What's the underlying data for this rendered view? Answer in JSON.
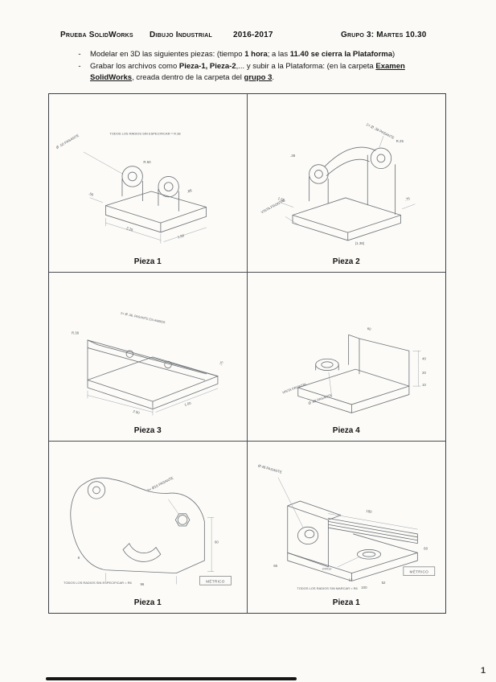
{
  "header": {
    "title": "Prueba SolidWorks",
    "subject": "Dibujo Industrial",
    "year": "2016-2017",
    "group": "Grupo 3: Martes 10.30"
  },
  "instructions": {
    "dash": "-",
    "line1": {
      "seg1": "Modelar en 3D las siguientes piezas: (tiempo ",
      "seg2": "1 hora",
      "seg3": ";  a las ",
      "seg4": "11.40 se cierra la Plataforma",
      "seg5": ")"
    },
    "line2": {
      "seg1": "Grabar los archivos como ",
      "seg2": "Pieza-1, Pieza-2",
      "seg3": ",... y subir a la Plataforma: (en la carpeta ",
      "seg4": "Examen SolidWorks",
      "seg5": ", creada dentro de la carpeta del ",
      "seg6": "grupo 3",
      "seg7": "."
    }
  },
  "cells": [
    {
      "caption": "Pieza 1",
      "note": "TODOS LOS RADIOS SIN ESPECIFICAR = R.38",
      "leader": "Ø .50 PASANTE",
      "dims": [
        "2.25",
        "1.50",
        ".56",
        "R.50",
        ".88"
      ]
    },
    {
      "caption": "Pieza 2",
      "leader": "2× Ø .38 PASANTE",
      "view_label": "VISTA FRONTAL",
      "dims": [
        "(1.38)",
        ".75",
        "1.50",
        "R.25",
        ".38"
      ]
    },
    {
      "caption": "Pieza 3",
      "note": "2× Ø .38, PASANTE EN AMBOS",
      "dims": [
        "R.38",
        "2.50",
        "1.00",
        ".75"
      ]
    },
    {
      "caption": "Pieza 4",
      "leader": "Ø .88 PASANTE",
      "view_label": "VISTA FRONTAL",
      "dims": [
        "60",
        "40",
        "20",
        "10"
      ]
    },
    {
      "caption": "Pieza 1",
      "leader": "2× Ø16 PASANTE",
      "note": "TODOS LOS RADIOS SIN ESPECIFICAR = R6",
      "metric_label": "MÉTRICO",
      "dims": [
        "60",
        "96",
        "8"
      ]
    },
    {
      "caption": "Pieza 1",
      "leader": "Ø 48 PASANTE",
      "note": "TODOS LOS RADIOS SIN MARCAR = R6",
      "metric_label": "MÉTRICO",
      "slot_label": "2×R12",
      "dims": [
        "180",
        "60",
        "66",
        "12",
        "52",
        "100"
      ]
    }
  ],
  "footer": {
    "page_mark": "1"
  }
}
